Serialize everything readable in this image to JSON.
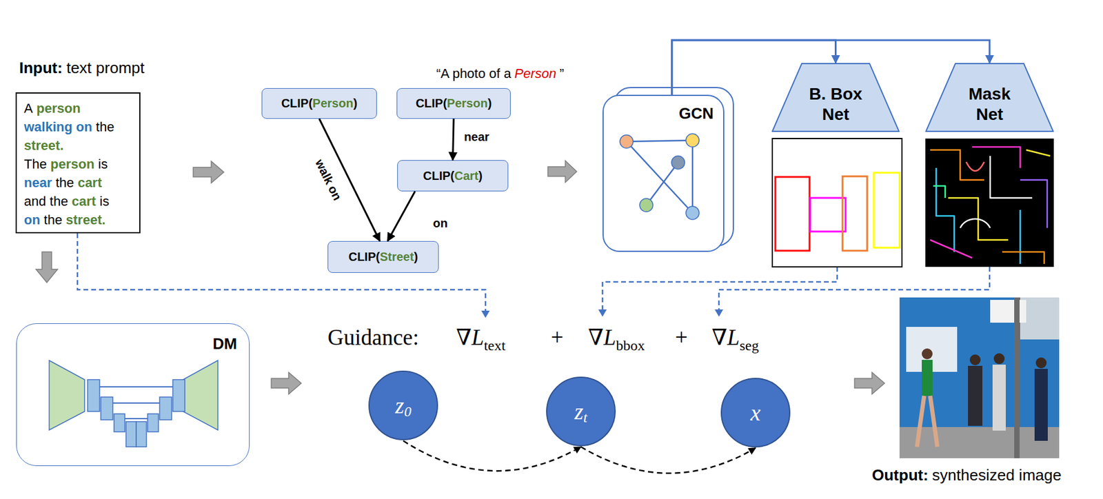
{
  "diagram": {
    "nodes": [
      {
        "text": [
          "A",
          "person",
          "walking on",
          "the",
          "street.",
          "The",
          "person",
          "is",
          "near",
          "the",
          "cart",
          "and the",
          "cart",
          "is",
          "on",
          "the",
          "street."
        ]
      },
      {
        "text": [
          "CLIP(",
          "Person",
          ")"
        ]
      },
      {
        "text": [
          "CLIP(",
          "Person",
          ")"
        ]
      },
      {
        "text": [
          "CLIP(",
          "Cart",
          ")"
        ]
      },
      {
        "text": [
          "CLIP(",
          "Street",
          ")"
        ]
      },
      {
        "text": [
          "GCN"
        ]
      },
      {
        "text": [
          "B. Box Net"
        ]
      },
      {
        "text": [
          "Mask Net"
        ]
      },
      {
        "text": [
          "DM"
        ]
      },
      {
        "text": [
          "z",
          "0"
        ]
      },
      {
        "text": [
          "z",
          "t"
        ]
      },
      {
        "text": [
          "x"
        ]
      }
    ],
    "edges": [
      {
        "from": 1,
        "to": 4,
        "label": "walk on",
        "arrow": "to"
      },
      {
        "from": 2,
        "to": 3,
        "label": "near",
        "arrow": "to"
      },
      {
        "from": 3,
        "to": 4,
        "label": "on",
        "arrow": "to"
      },
      {
        "from": 5,
        "to": 6,
        "arrow": "to"
      },
      {
        "from": 5,
        "to": 7,
        "arrow": "to"
      },
      {
        "from": 9,
        "to": 10,
        "arrow": "to"
      },
      {
        "from": 10,
        "to": 11,
        "arrow": "to"
      }
    ],
    "labels": [
      "Input:",
      "text prompt",
      "“A photo of a",
      "Person",
      "”",
      "Guidance:",
      "∇L",
      "text",
      "+",
      "∇L",
      "bbox",
      "+",
      "∇L",
      "seg",
      "Output:",
      "synthesized image"
    ]
  }
}
